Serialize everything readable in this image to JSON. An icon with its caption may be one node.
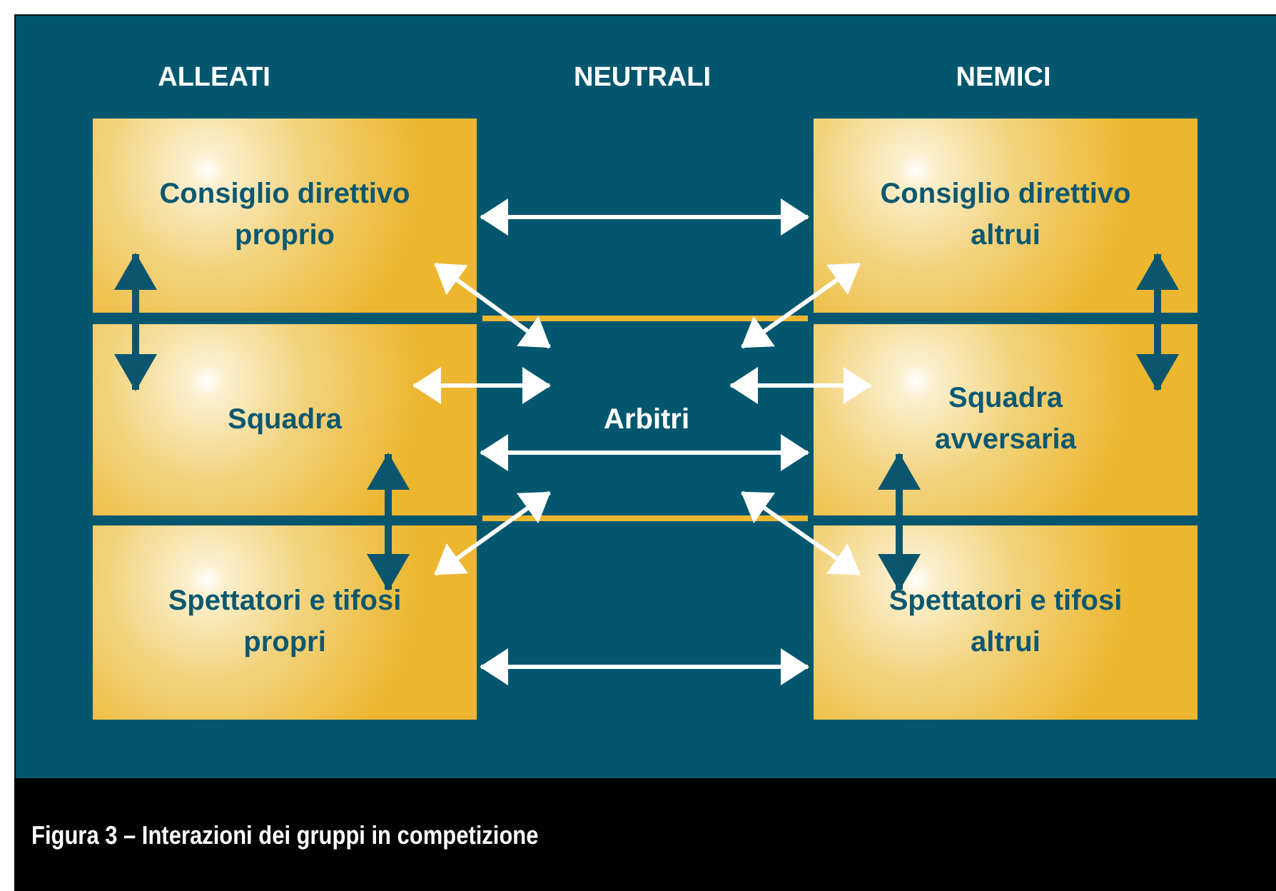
{
  "diagram": {
    "caption": "Figura 3 – Interazioni dei gruppi in competizione",
    "nodes": [
      {
        "text": [
          "Consiglio direttivo proprio"
        ]
      },
      {
        "text": [
          "Consiglio direttivo altrui"
        ]
      },
      {
        "text": [
          "Squadra"
        ]
      },
      {
        "text": [
          "Arbitri"
        ]
      },
      {
        "text": [
          "Squadra avversaria"
        ]
      },
      {
        "text": [
          "Spettatori e tifosi propri"
        ]
      },
      {
        "text": [
          "Spettatori e tifosi altrui"
        ]
      }
    ],
    "edges": [
      {
        "from": 0,
        "to": 1,
        "arrow": "both"
      },
      {
        "from": 0,
        "to": 3,
        "arrow": "both"
      },
      {
        "from": 1,
        "to": 3,
        "arrow": "both"
      },
      {
        "from": 0,
        "to": 2,
        "arrow": "both",
        "color": "#0b566e"
      },
      {
        "from": 1,
        "to": 4,
        "arrow": "both",
        "color": "#0b566e"
      },
      {
        "from": 2,
        "to": 3,
        "arrow": "both"
      },
      {
        "from": 3,
        "to": 4,
        "arrow": "both"
      },
      {
        "from": 2,
        "to": 4,
        "arrow": "both"
      },
      {
        "from": 2,
        "to": 5,
        "arrow": "both",
        "color": "#0b566e"
      },
      {
        "from": 4,
        "to": 6,
        "arrow": "both",
        "color": "#0b566e"
      },
      {
        "from": 3,
        "to": 5,
        "arrow": "both"
      },
      {
        "from": 3,
        "to": 6,
        "arrow": "both"
      },
      {
        "from": 5,
        "to": 6,
        "arrow": "both"
      }
    ],
    "labels": [
      "ALLEATI",
      "NEUTRALI",
      "NEMICI"
    ]
  }
}
